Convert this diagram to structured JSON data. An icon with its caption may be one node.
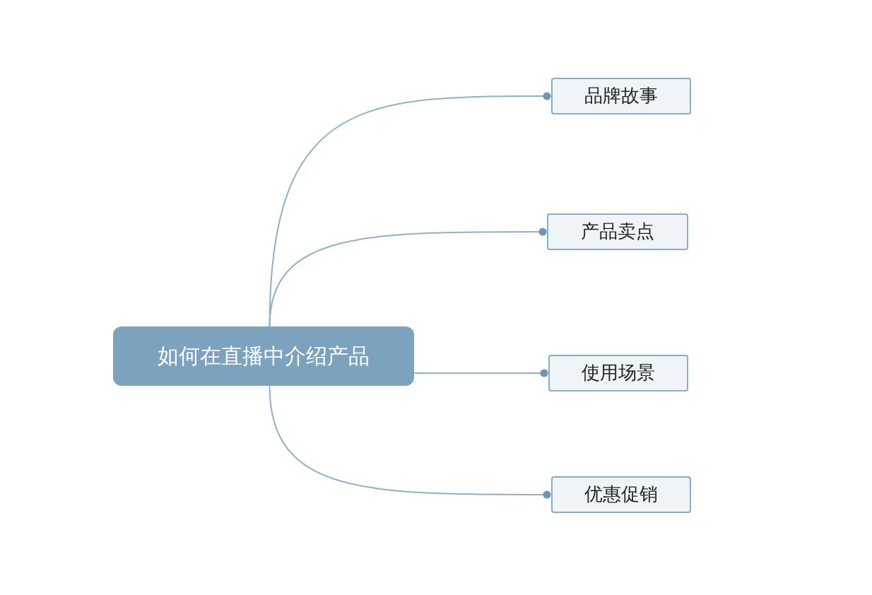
{
  "diagram": {
    "nodes": [
      {
        "text": [
          "如何在直播中介绍产品"
        ]
      },
      {
        "text": [
          "品牌故事"
        ]
      },
      {
        "text": [
          "产品卖点"
        ]
      },
      {
        "text": [
          "使用场景"
        ]
      },
      {
        "text": [
          "优惠促销"
        ]
      }
    ],
    "edges": [
      {
        "from": 0,
        "to": 1,
        "arrow": "other"
      },
      {
        "from": 0,
        "to": 2,
        "arrow": "other"
      },
      {
        "from": 0,
        "to": 3,
        "arrow": "other"
      },
      {
        "from": 0,
        "to": 4,
        "arrow": "other"
      }
    ]
  }
}
